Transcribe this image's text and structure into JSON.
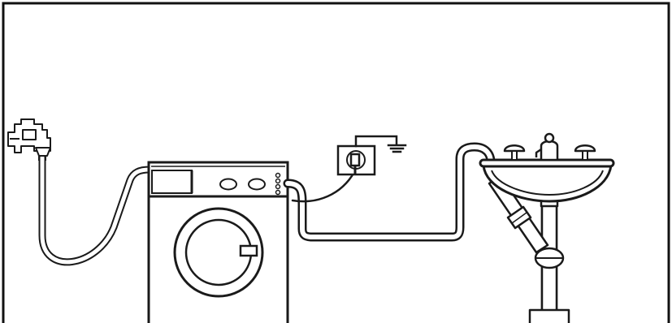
{
  "diagram": {
    "components": [
      {
        "id": "water-tap",
        "icon": "water-tap-icon"
      },
      {
        "id": "inlet-hose",
        "icon": "hose-icon"
      },
      {
        "id": "washing-machine",
        "icon": "washing-machine-icon"
      },
      {
        "id": "power-socket",
        "icon": "power-socket-icon"
      },
      {
        "id": "earth-ground",
        "icon": "ground-symbol-icon"
      },
      {
        "id": "drain-hose",
        "icon": "hose-icon"
      },
      {
        "id": "sink",
        "icon": "sink-icon"
      },
      {
        "id": "siphon-trap",
        "icon": "siphon-icon"
      }
    ],
    "colors": {
      "stroke": "#1a1a1a",
      "fill": "#ffffff",
      "frame": "#111111"
    }
  }
}
